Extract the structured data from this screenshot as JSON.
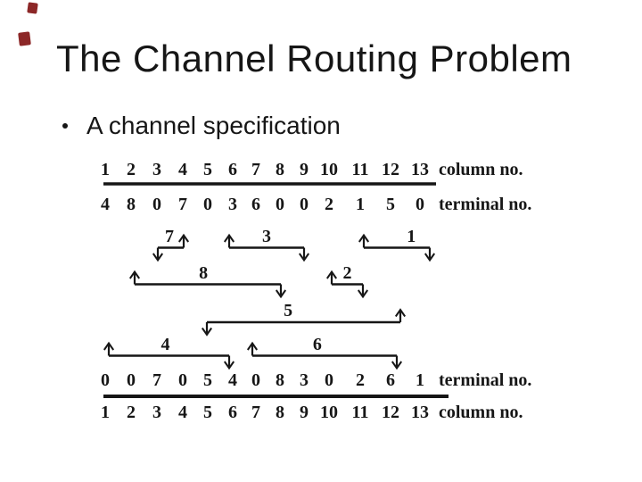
{
  "slide": {
    "title": "The Channel Routing Problem",
    "bullet_text": "A channel specification",
    "background_color": "#ffffff",
    "text_color": "#161616",
    "corner_mark_color": "#8c2727"
  },
  "diagram": {
    "top_column_row": {
      "values": [
        "1",
        "2",
        "3",
        "4",
        "5",
        "6",
        "7",
        "8",
        "9",
        "10",
        "11",
        "12",
        "13"
      ],
      "label": "column no."
    },
    "top_terminal_row": {
      "values": [
        "4",
        "8",
        "0",
        "7",
        "0",
        "3",
        "6",
        "0",
        "0",
        "2",
        "1",
        "5",
        "0"
      ],
      "label": "terminal no."
    },
    "bottom_terminal_row": {
      "values": [
        "0",
        "0",
        "7",
        "0",
        "5",
        "4",
        "0",
        "8",
        "3",
        "0",
        "2",
        "6",
        "1"
      ],
      "label": "terminal no."
    },
    "bottom_column_row": {
      "values": [
        "1",
        "2",
        "3",
        "4",
        "5",
        "6",
        "7",
        "8",
        "9",
        "10",
        "11",
        "12",
        "13"
      ],
      "label": "column no."
    },
    "nets": [
      {
        "label": "7",
        "track": 1,
        "from_col": 3,
        "to_col": 4,
        "left_arrow": "down",
        "right_arrow": "up"
      },
      {
        "label": "3",
        "track": 1,
        "from_col": 6,
        "to_col": 9,
        "left_arrow": "up",
        "right_arrow": "down"
      },
      {
        "label": "1",
        "track": 1,
        "from_col": 11,
        "to_col": 13,
        "left_arrow": "up",
        "right_arrow": "down"
      },
      {
        "label": "8",
        "track": 2,
        "from_col": 2,
        "to_col": 8,
        "left_arrow": "up",
        "right_arrow": "down"
      },
      {
        "label": "2",
        "track": 2,
        "from_col": 10,
        "to_col": 11,
        "left_arrow": "up",
        "right_arrow": "down"
      },
      {
        "label": "5",
        "track": 3,
        "from_col": 5,
        "to_col": 12,
        "left_arrow": "down",
        "right_arrow": "up"
      },
      {
        "label": "4",
        "track": 4,
        "from_col": 1,
        "to_col": 6,
        "left_arrow": "up",
        "right_arrow": "down"
      },
      {
        "label": "6",
        "track": 4,
        "from_col": 7,
        "to_col": 12,
        "left_arrow": "up",
        "right_arrow": "down"
      }
    ]
  }
}
